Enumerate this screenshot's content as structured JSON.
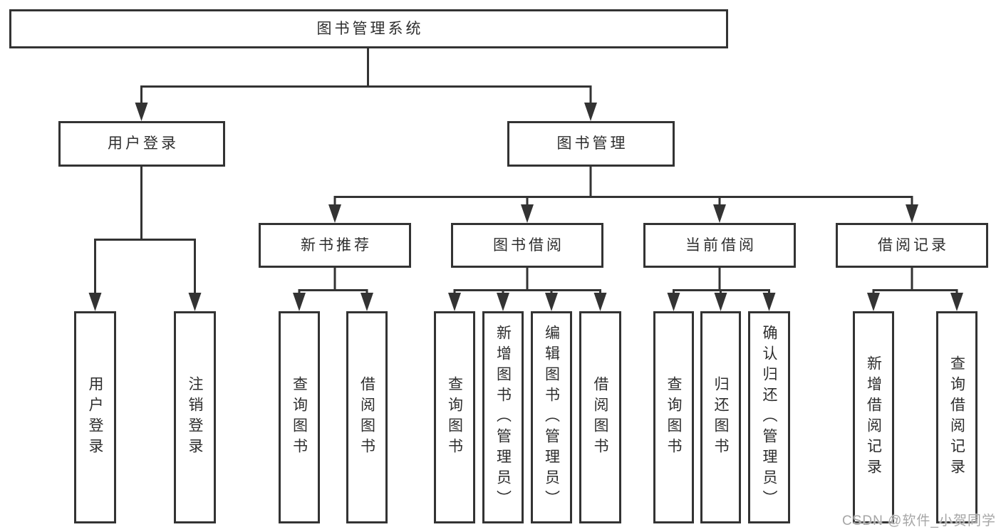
{
  "diagram": {
    "type": "tree",
    "title": "图书管理系统",
    "children": [
      {
        "label": "用户登录",
        "children": [
          {
            "label": "用户登录"
          },
          {
            "label": "注销登录"
          }
        ]
      },
      {
        "label": "图书管理",
        "children": [
          {
            "label": "新书推荐",
            "children": [
              {
                "label": "查询图书"
              },
              {
                "label": "借阅图书"
              }
            ]
          },
          {
            "label": "图书借阅",
            "children": [
              {
                "label": "查询图书"
              },
              {
                "label": "新增图书（管理员）"
              },
              {
                "label": "编辑图书（管理员）"
              },
              {
                "label": "借阅图书"
              }
            ]
          },
          {
            "label": "当前借阅",
            "children": [
              {
                "label": "查询图书"
              },
              {
                "label": "归还图书"
              },
              {
                "label": "确认归还（管理员）"
              }
            ]
          },
          {
            "label": "借阅记录",
            "children": [
              {
                "label": "新增借阅记录"
              },
              {
                "label": "查询借阅记录"
              }
            ]
          }
        ]
      }
    ]
  },
  "watermark": {
    "text": "CSDN @软件_小贺同学"
  },
  "colors": {
    "line": "#333333",
    "box_border": "#333333",
    "text": "#2e2e2e",
    "background": "#ffffff",
    "watermark": "#a6a6a6"
  }
}
